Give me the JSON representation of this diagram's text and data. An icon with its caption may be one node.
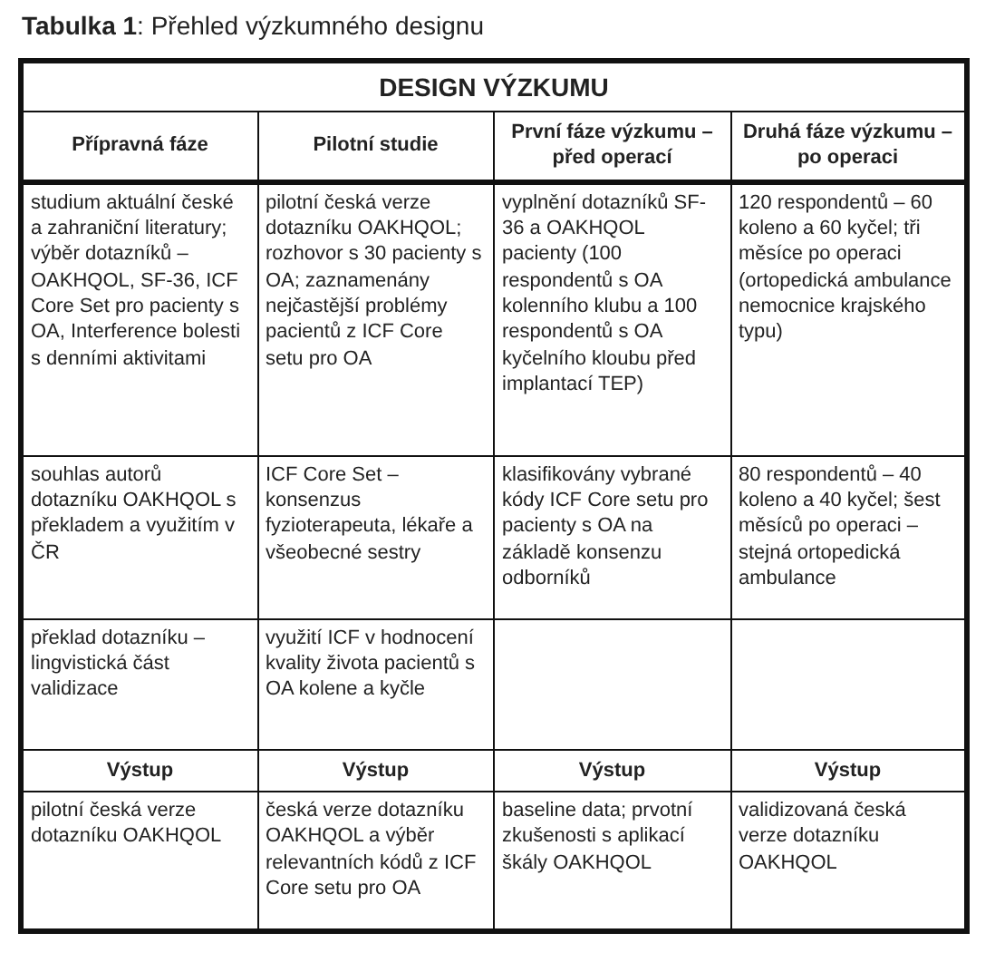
{
  "diagram": {
    "title": "**Tabulka 1**: Přehled výzkumného designu",
    "labels": [
      "DESIGN VÝZKUMU",
      "Přípravná fáze",
      "Pilotní studie",
      "První fáze výzkumu – před operací",
      "Druhá fáze výzkumu – po operaci",
      "studium aktuální české a zahraniční literatury; výběr dotazníků – OAKHQOL, SF-36, ICF Core Set pro pacienty s OA, Interference bolesti s denními aktivitami",
      "pilotní česká verze dotazníku OAKHQOL; rozhovor s 30 pacienty s OA; zaznamenány nejčastější problémy pacientů z ICF Core setu pro OA",
      "vyplnění dotazníků SF-36 a OAKHQOL pacienty (100 respondentů s OA kolenního klubu a 100 respondentů s OA kyčelního kloubu před implantací TEP)",
      "120 respondentů – 60 koleno a 60 kyčel; tři měsíce po operaci (ortopedická ambulance nemocnice krajského typu)",
      "souhlas autorů dotazníku OAKHQOL s překladem a využitím v ČR",
      "ICF Core Set – konsenzus fyzioterapeuta, lékaře a všeobecné sestry",
      "klasifikovány vybrané kódy ICF Core setu pro pacienty s OA na základě konsenzu odborníků",
      "80 respondentů – 40 koleno a 40 kyčel; šest měsíců po operaci – stejná ortopedická ambulance",
      "překlad dotazníku – lingvistická část validizace",
      "využití ICF v hodnocení kvality života pacientů s OA kolene a kyčle",
      "Výstup",
      "Výstup",
      "Výstup",
      "Výstup",
      "pilotní česká verze dotazníku OAKHQOL",
      "česká verze dotazníku OAKHQOL a výběr relevantních kódů z ICF Core setu pro OA",
      "baseline data; prvotní zkušenosti s aplikací škály OAKHQOL",
      "validizovaná česká verze dotazníku OAKHQOL"
    ]
  }
}
